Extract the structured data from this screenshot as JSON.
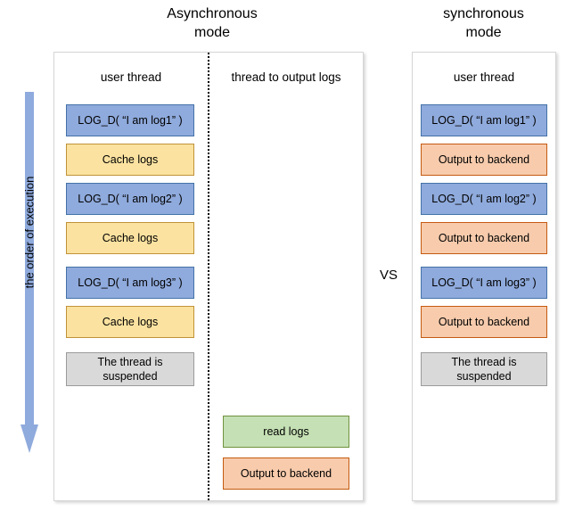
{
  "titles": {
    "async": "Asynchronous\nmode",
    "sync": "synchronous\nmode"
  },
  "vs_label": "VS",
  "order_arrow": {
    "label": "the order of execution",
    "direction": "down",
    "color": "#8FAADC"
  },
  "colors": {
    "blue": "#8FAADC",
    "yellow": "#FBE2A0",
    "orange": "#F7CBAC",
    "green": "#C5E0B4",
    "gray": "#D9D9D9",
    "panel_border": "#D5D5D5",
    "divider": "#000000"
  },
  "async_panel": {
    "columns": [
      {
        "header": "user thread",
        "steps": [
          {
            "label": "LOG_D( “I am log1” )",
            "style": "blue"
          },
          {
            "label": "Cache logs",
            "style": "yellow"
          },
          {
            "label": "LOG_D( “I am log2” )",
            "style": "blue"
          },
          {
            "label": "Cache logs",
            "style": "yellow"
          },
          {
            "label": "LOG_D( “I am log3” )",
            "style": "blue"
          },
          {
            "label": "Cache logs",
            "style": "yellow"
          },
          {
            "label": "The thread is\nsuspended",
            "style": "gray"
          }
        ]
      },
      {
        "header": "thread to output logs",
        "steps": [
          {
            "label": "read logs",
            "style": "green"
          },
          {
            "label": "Output to backend",
            "style": "orange"
          }
        ]
      }
    ]
  },
  "sync_panel": {
    "columns": [
      {
        "header": "user thread",
        "steps": [
          {
            "label": "LOG_D( “I am log1” )",
            "style": "blue"
          },
          {
            "label": "Output to backend",
            "style": "orange"
          },
          {
            "label": "LOG_D( “I am log2” )",
            "style": "blue"
          },
          {
            "label": "Output to backend",
            "style": "orange"
          },
          {
            "label": "LOG_D( “I am log3” )",
            "style": "blue"
          },
          {
            "label": "Output to backend",
            "style": "orange"
          },
          {
            "label": "The thread is\nsuspended",
            "style": "gray"
          }
        ]
      }
    ]
  }
}
